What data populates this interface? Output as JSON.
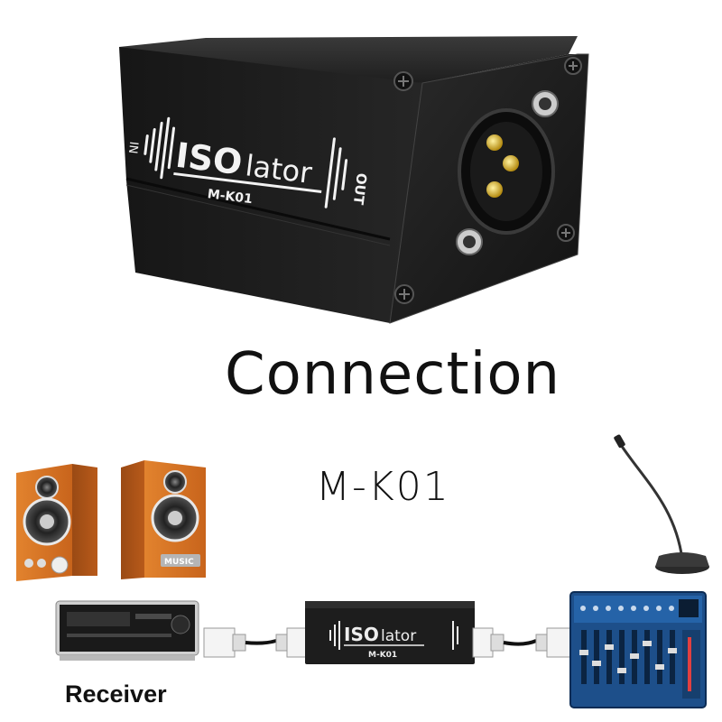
{
  "product": {
    "brand_in": "IN",
    "brand_iso": "ISO",
    "brand_lator": "lator",
    "model": "M-K01",
    "brand_out": "OUT"
  },
  "headings": {
    "connection": "Connection",
    "model": "M-K01"
  },
  "diagram": {
    "speaker_badge": "MUSIC",
    "receiver_label": "Receiver"
  }
}
